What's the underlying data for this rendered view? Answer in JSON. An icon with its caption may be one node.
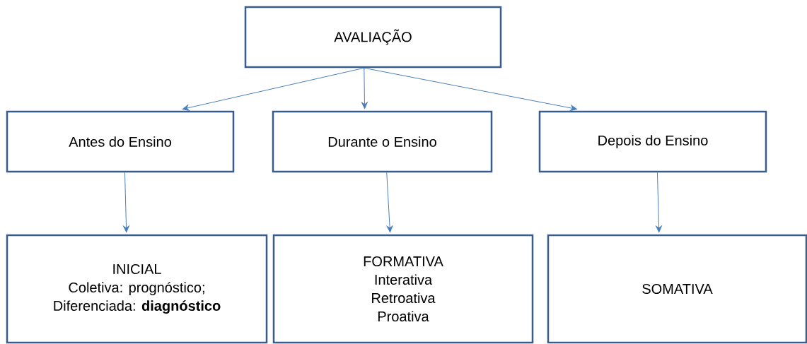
{
  "diagram": {
    "nodes": [
      {
        "text": [
          "AVALIAÇÃO"
        ]
      },
      {
        "text": [
          "Antes  do Ensino"
        ]
      },
      {
        "text": [
          "Durante o Ensino"
        ]
      },
      {
        "text": [
          "Depois do Ensino"
        ]
      },
      {
        "text": [
          "INICIAL",
          "Coletiva: prognóstico;",
          "Diferenciada: **diagnóstico**"
        ]
      },
      {
        "text": [
          "FORMATIVA",
          "Interativa",
          "Retroativa",
          "Proativa"
        ]
      },
      {
        "text": [
          "SOMATIVA"
        ]
      }
    ],
    "edges": [
      {
        "from": 0,
        "to": 1,
        "arrow": "to"
      },
      {
        "from": 0,
        "to": 2,
        "arrow": "to"
      },
      {
        "from": 0,
        "to": 3,
        "arrow": "to"
      },
      {
        "from": 1,
        "to": 4,
        "arrow": "to"
      },
      {
        "from": 2,
        "to": 5,
        "arrow": "to"
      },
      {
        "from": 3,
        "to": 6,
        "arrow": "to"
      }
    ]
  }
}
